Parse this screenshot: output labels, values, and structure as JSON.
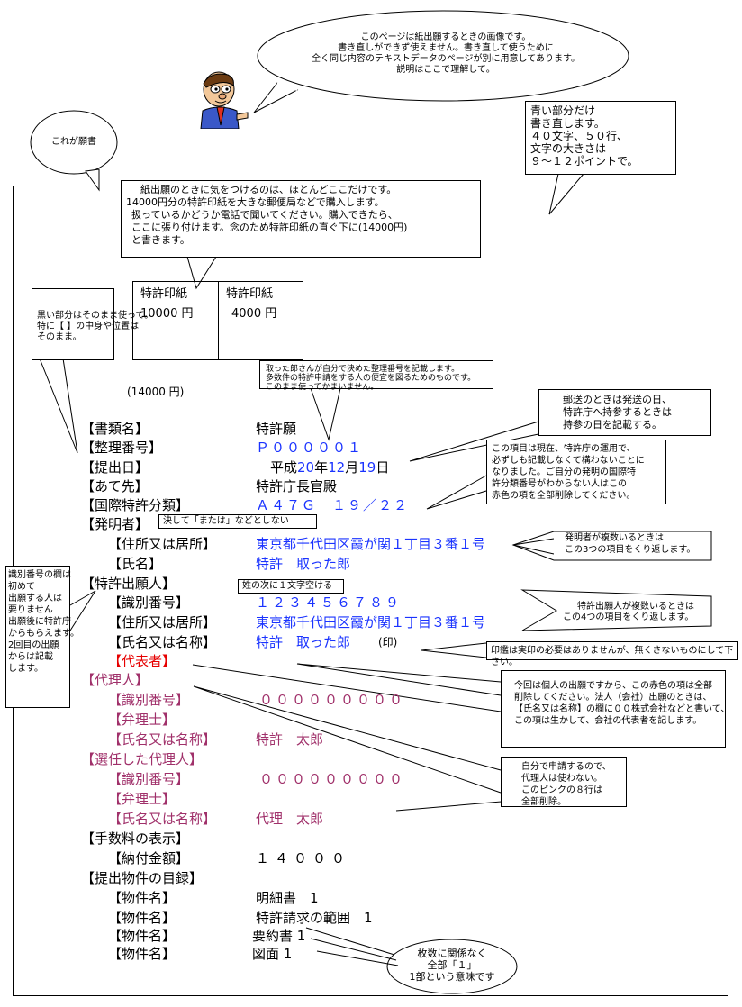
{
  "top_bubble": {
    "lines": [
      "このページは紙出願するときの画像です。",
      "書き直しができず使えません。書き直して使うために",
      "全く同じ内容のテキストデータのページが別に用意してあります。",
      "説明はここで理解して。"
    ]
  },
  "left_bubble": {
    "text": "これが願書"
  },
  "right_note": {
    "lines": [
      "青い部分だけ",
      "書き直します。",
      "４０文字、５０行、",
      "文字の大きさは",
      "９～１２ポイントで。"
    ]
  },
  "stamp_note": {
    "lines": [
      "紙出願のときに気をつけるのは、ほとんどここだけです。",
      "14000円分の特許印紙を大きな郵便局などで購入します。",
      "扱っているかどうか電話で聞いてください。購入できたら、",
      "ここに張り付けます。念のため特許印紙の直ぐ下に(14000円)",
      "と書きます。"
    ]
  },
  "black_note": {
    "lines": [
      "黒い部分はそのまま使って。",
      "特に【 】の中身や位置は",
      "そのまま。"
    ]
  },
  "stamps": [
    {
      "label": "特許印紙",
      "amount": "10000 円"
    },
    {
      "label": "特許印紙",
      "amount": "4000 円"
    }
  ],
  "total_stamp": "(14000 円)",
  "ref_note": {
    "lines": [
      "取った郎さんが自分で決めた整理番号を記載します。",
      "多数件の特許申請をする人の便宜を図るためのものです。",
      "このまま使ってかまいません。"
    ]
  },
  "mail_note": {
    "lines": [
      "郵送のときは発送の日、",
      "特許庁へ持参するときは",
      "持参の日を記載する。"
    ]
  },
  "ipc_note": {
    "lines": [
      "この項目は現在、特許庁の運用で、",
      "必ずしも記載しなくて構わないことに",
      "なりました。ご自分の発明の国際特",
      "許分類番号がわからない人はこの",
      "赤色の項を全部削除してください。"
    ]
  },
  "inventor_tag": "決して「または」などとしない",
  "inventor_note": {
    "lines": [
      "発明者が複数いるときは",
      "この3つの項目をくり返します。"
    ]
  },
  "name_space_tag": "姓の次に１文字空ける",
  "applicant_note": {
    "lines": [
      "特許出願人が複数いるときは",
      "この4つの項目をくり返します。"
    ]
  },
  "id_note": {
    "lines": [
      "識別番号の欄は",
      "初めて",
      "出願する人は",
      "要りません",
      "出願後に特許庁",
      "からもらえます。",
      "2回目の出願",
      "からは記載",
      "します。"
    ]
  },
  "seal_note": "印鑑は実印の必要はありませんが、無くさないものにして下さい。",
  "rep_note": {
    "lines": [
      "今回は個人の出願ですから、この赤色の項は全部",
      "削除してください。法人（会社）出願のときは、",
      "【氏名又は名称】の欄に００株式会社などと書いて、",
      "この項は生かして、会社の代表者を記します。"
    ]
  },
  "agent_note": {
    "lines": [
      "自分で申請するので、",
      "代理人は使わない。",
      "このピンクの８行は",
      "全部削除。"
    ]
  },
  "count_bubble": {
    "lines": [
      "枚数に関係なく",
      "全部「１」",
      "1部という意味です"
    ]
  },
  "form": {
    "doc_type": {
      "label": "【書類名】",
      "value": "特許願"
    },
    "ref_no": {
      "label": "【整理番号】",
      "value": "Ｐ０００００１"
    },
    "filing_date": {
      "label": "【提出日】",
      "era": "平成",
      "y": "20",
      "ynen": "年",
      "m": "12",
      "mgatsu": "月",
      "d": "19",
      "dnichi": "日"
    },
    "addressee": {
      "label": "【あて先】",
      "value": "特許庁長官殿"
    },
    "ipc": {
      "label": "【国際特許分類】",
      "value": "Ａ４７Ｇ　１９／２２"
    },
    "inventor": {
      "label": "【発明者】"
    },
    "inv_address": {
      "label": "【住所又は居所】",
      "value": "東京都千代田区霞が関１丁目３番１号"
    },
    "inv_name": {
      "label": "【氏名】",
      "value": "特許　取った郎"
    },
    "applicant": {
      "label": "【特許出願人】"
    },
    "app_id": {
      "label": "【識別番号】",
      "value": "１２３４５６７８９"
    },
    "app_address": {
      "label": "【住所又は居所】",
      "value": "東京都千代田区霞が関１丁目３番１号"
    },
    "app_name": {
      "label": "【氏名又は名称】",
      "value": "特許　取った郎",
      "seal": "(印)"
    },
    "representative": {
      "label": "【代表者】"
    },
    "agent": {
      "label": "【代理人】"
    },
    "agent_id": {
      "label": "【識別番号】",
      "value": "０００００００００"
    },
    "agent_title": {
      "label": "【弁理士】"
    },
    "agent_name": {
      "label": "【氏名又は名称】",
      "value": "特許　太郎"
    },
    "sel_agent": {
      "label": "【選任した代理人】"
    },
    "sel_id": {
      "label": "【識別番号】",
      "value": "０００００００００"
    },
    "sel_title": {
      "label": "【弁理士】"
    },
    "sel_name": {
      "label": "【氏名又は名称】",
      "value": "代理　太郎"
    },
    "fee": {
      "label": "【手数料の表示】"
    },
    "fee_amount": {
      "label": "【納付金額】",
      "value": "１４０００"
    },
    "items": {
      "label": "【提出物件の目録】"
    },
    "item1": {
      "label": "【物件名】",
      "value": "明細書　1"
    },
    "item2": {
      "label": "【物件名】",
      "value": "特許請求の範囲　1"
    },
    "item3": {
      "label": "【物件名】",
      "value": "要約書 1"
    },
    "item4": {
      "label": "【物件名】",
      "value": "図面 1"
    }
  }
}
